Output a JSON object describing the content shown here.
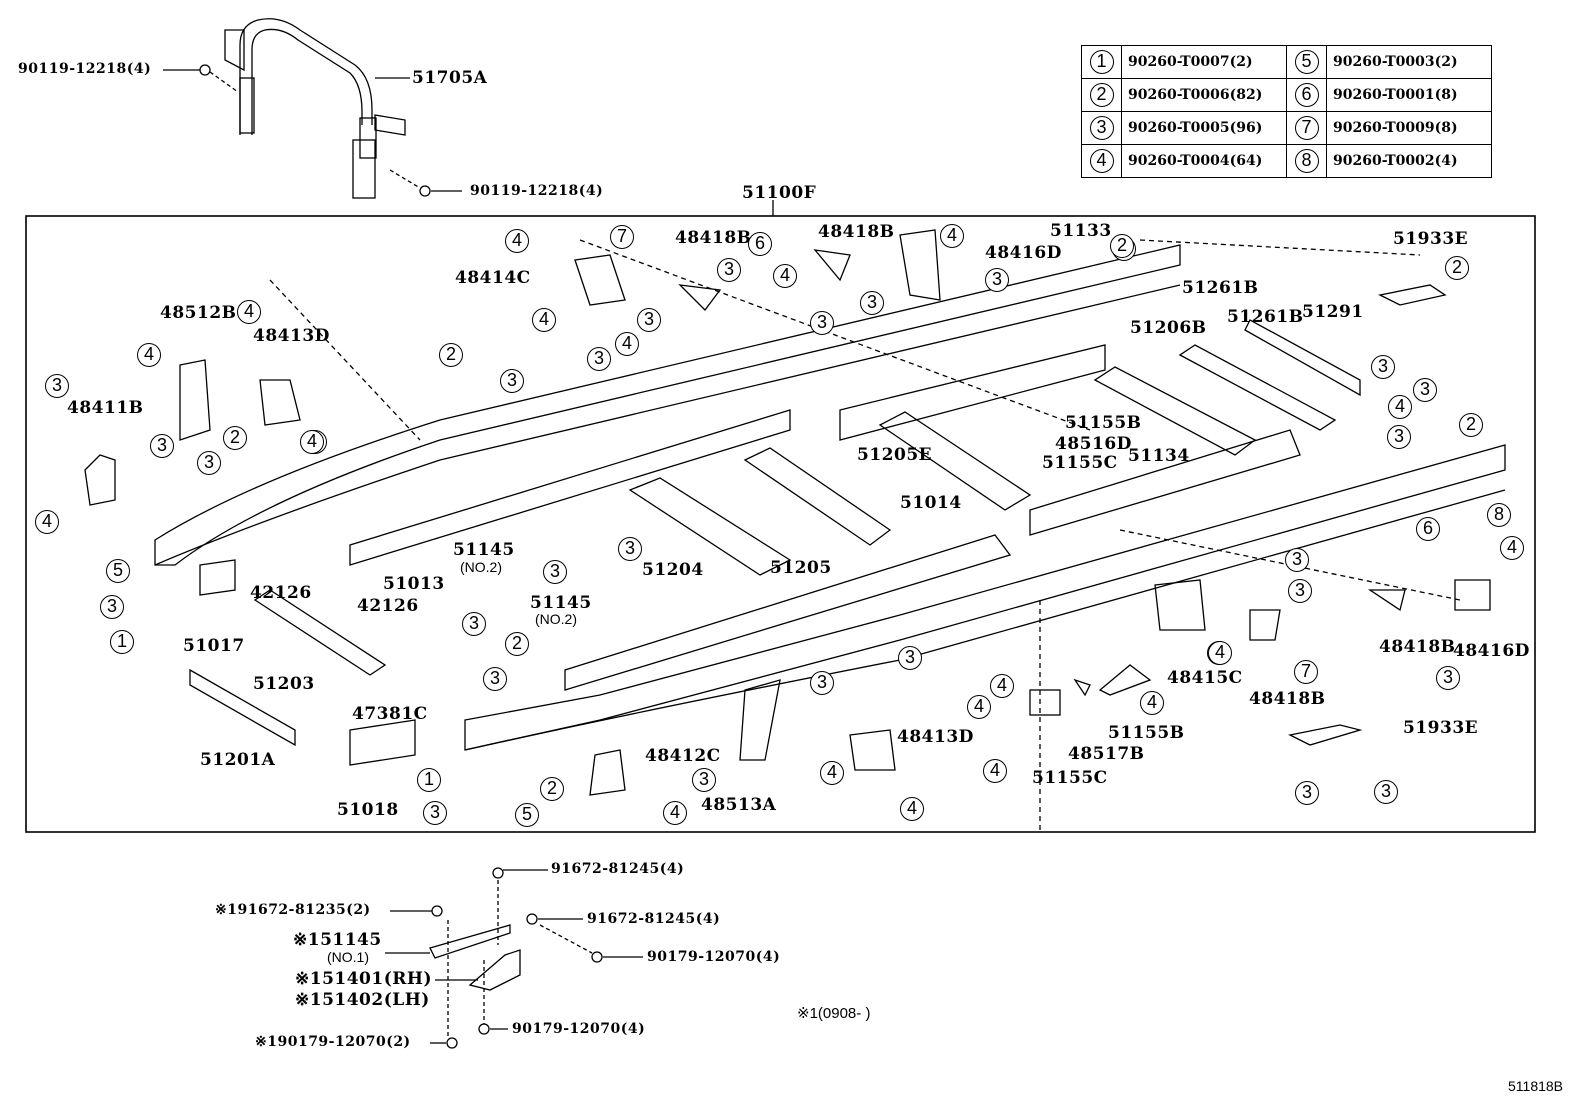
{
  "diagram": {
    "title_assembly": "51100F",
    "figure_code": "511818B",
    "footnote": "※1(0908-      )"
  },
  "legend": {
    "rows": [
      {
        "left": {
          "ref": "1",
          "part": "90260-T0007(2)"
        },
        "right": {
          "ref": "5",
          "part": "90260-T0003(2)"
        }
      },
      {
        "left": {
          "ref": "2",
          "part": "90260-T0006(82)"
        },
        "right": {
          "ref": "6",
          "part": "90260-T0001(8)"
        }
      },
      {
        "left": {
          "ref": "3",
          "part": "90260-T0005(96)"
        },
        "right": {
          "ref": "7",
          "part": "90260-T0009(8)"
        }
      },
      {
        "left": {
          "ref": "4",
          "part": "90260-T0004(64)"
        },
        "right": {
          "ref": "8",
          "part": "90260-T0002(4)"
        }
      }
    ]
  },
  "top_assembly": {
    "bolt_left": "90119-12218(4)",
    "bolt_right": "90119-12218(4)",
    "guard": "51705A"
  },
  "parts": {
    "p48512B": "48512B",
    "p48413D_a": "48413D",
    "p48411B": "48411B",
    "p48414C": "48414C",
    "p48418B_a": "48418B",
    "p48418B_b": "48418B",
    "p48416D_a": "48416D",
    "p51133": "51133",
    "p51933E_a": "51933E",
    "p51261B_a": "51261B",
    "p51261B_b": "51261B",
    "p51291": "51291",
    "p51206B": "51206B",
    "p51155B_a": "51155B",
    "p48516D": "48516D",
    "p51155C_a": "51155C",
    "p51134": "51134",
    "p51205E": "51205E",
    "p51014": "51014",
    "p51205": "51205",
    "p51204": "51204",
    "p51145_a": "51145",
    "p51145_a_sub": "(NO.2)",
    "p51145_b": "51145",
    "p51145_b_sub": "(NO.2)",
    "p51013": "51013",
    "p42126_a": "42126",
    "p42126_b": "42126",
    "p51017": "51017",
    "p51203": "51203",
    "p47381C": "47381C",
    "p51201A": "51201A",
    "p51018": "51018",
    "p48412C": "48412C",
    "p48513A": "48513A",
    "p48413D_b": "48413D",
    "p48415C": "48415C",
    "p48418B_c": "48418B",
    "p48418B_d": "48418B",
    "p48416D_b": "48416D",
    "p51933E_b": "51933E",
    "p51155B_b": "51155B",
    "p48517B": "48517B",
    "p51155C_b": "51155C"
  },
  "bottom_assembly": {
    "bolt_top": "91672-81245(4)",
    "bolt_side": "91672-81245(4)",
    "nut_side": "90179-12070(4)",
    "nut_bottom": "90179-12070(4)",
    "bolt_star": "※191672-81235(2)",
    "nut_star": "※190179-12070(2)",
    "plate": "※151145",
    "plate_sub": "(NO.1)",
    "bracket_rh": "※151401(RH)",
    "bracket_lh": "※151402(LH)"
  },
  "callouts": [
    "4",
    "7",
    "6",
    "4",
    "3",
    "4",
    "3",
    "2",
    "4",
    "3",
    "3",
    "3",
    "4",
    "3",
    "3",
    "4",
    "3",
    "2",
    "3",
    "4",
    "4",
    "3",
    "2",
    "3",
    "3",
    "4",
    "5",
    "3",
    "1",
    "2",
    "3",
    "3",
    "3",
    "3",
    "2",
    "3",
    "1",
    "3",
    "5",
    "2",
    "3",
    "4",
    "4",
    "4",
    "4",
    "4",
    "4",
    "4",
    "3",
    "3",
    "4",
    "7",
    "6",
    "8",
    "4",
    "3",
    "3",
    "2",
    "3",
    "3",
    "4",
    "3",
    "2",
    "4",
    "4"
  ]
}
